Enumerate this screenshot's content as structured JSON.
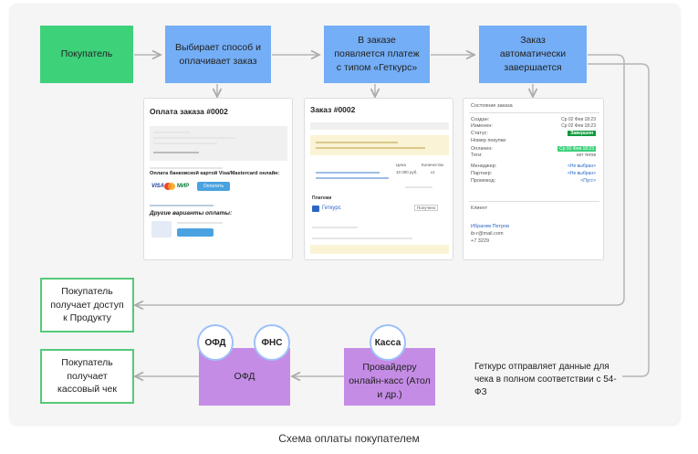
{
  "caption": "Схема оплаты покупателем",
  "nodes": {
    "buyer": "Покупатель",
    "choose": "Выбирает способ и оплачивает заказ",
    "payment": "В заказе появляется платеж с типом «Геткурс»",
    "complete": "Заказ автоматически завершается",
    "access": "Покупатель получает доступ к Продукту",
    "check": "Покупатель получает кассовый чек",
    "ofd": "ОФД",
    "provider": "Провайдеру онлайн-касс (Атол и др.)",
    "getcourse_note": "Геткурс отправляет данные для чека в полном соответствии с 54-ФЗ"
  },
  "circles": {
    "ofd": "ОФД",
    "fns": "ФНС",
    "kassa": "Касса"
  },
  "shot1": {
    "title": "Оплата заказа #0002",
    "card_title": "Оплата банковской картой Visa/Mastercard онлайн:",
    "other": "Другие варианты оплаты:",
    "pay_btn": "Оплатить",
    "visa": "VISA",
    "mir": "МИР"
  },
  "shot2": {
    "title": "Заказ #0002",
    "col_price": "Цена",
    "col_qty": "Количество",
    "price": "10 000 руб.",
    "qty": "x1",
    "payments": "Платежи",
    "getcourse": "Геткурс",
    "status": "Получено"
  },
  "shot3": {
    "header": "Состояние заказа",
    "labels": [
      "Создан:",
      "Изменен:",
      "Статус:",
      "Номер покупки",
      "Оплачен:",
      "Теги:",
      "Менеджер:",
      "Партнер:",
      "Промокод:"
    ],
    "values": [
      "Ср 02 Фев 18:23",
      "Ср 02 Фев 18:23",
      "Завершен",
      "",
      "Ср 02 Фев 18:23",
      "нет тегов",
      "<Не выбран>",
      "<Не выбран>",
      "<Пуст>"
    ],
    "client_header": "Клиент",
    "client_name": "Ибрагим Петров",
    "client_email": "ib-r@mail.com",
    "client_phone": "+7    3229"
  },
  "colors": {
    "green": "#3dd17a",
    "blue": "#74aef6",
    "violet": "#c58ce6",
    "arrow": "#d23a3a"
  }
}
